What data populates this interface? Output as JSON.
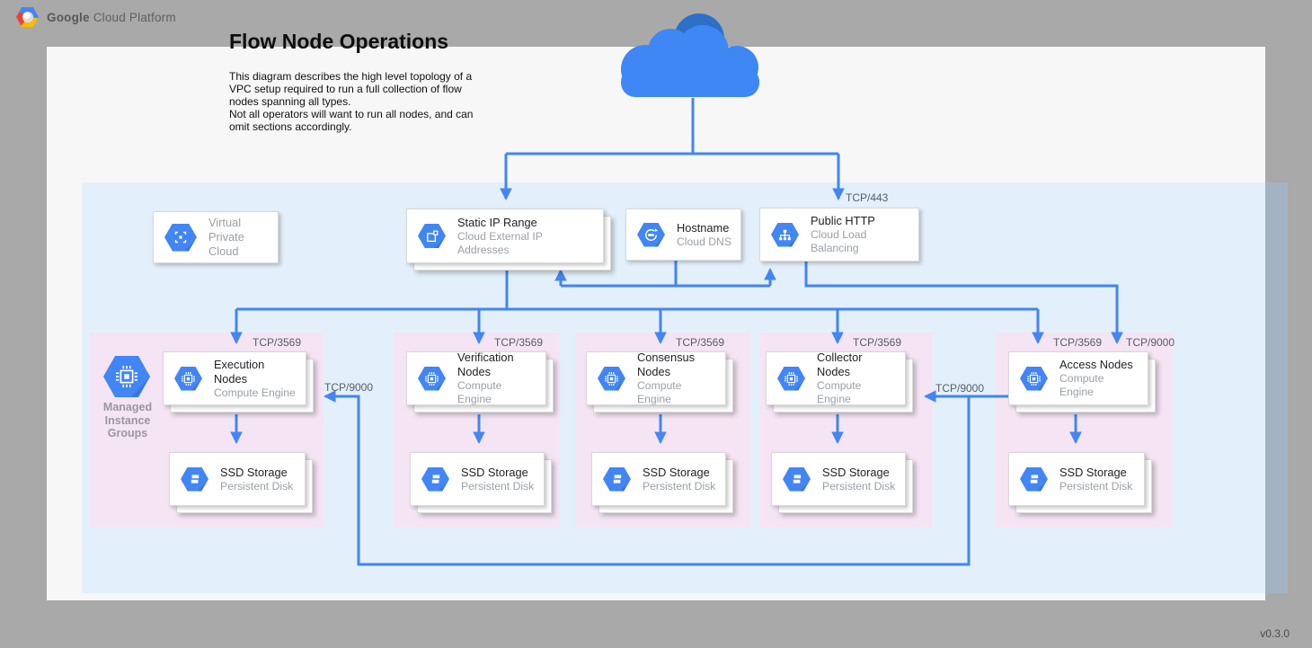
{
  "header": {
    "brand_bold": "Google",
    "brand_rest": "Cloud Platform"
  },
  "canvas": {
    "title": "Flow Node Operations",
    "description": [
      "This diagram describes the high level topology of a VPC setup required to run a full collection of flow nodes spanning all types.",
      "Not all operators will want to run all nodes, and can omit sections accordingly."
    ]
  },
  "labels": {
    "tcp443": "TCP/443",
    "tcp3569": "TCP/3569",
    "tcp9000": "TCP/9000"
  },
  "cards": {
    "vpc": {
      "line1": "Virtual",
      "line2": "Private Cloud"
    },
    "static_ip": {
      "title": "Static IP Range",
      "subtitle": "Cloud External IP Addresses"
    },
    "hostname": {
      "title": "Hostname",
      "subtitle": "Cloud DNS"
    },
    "public_http": {
      "title": "Public HTTP",
      "subtitle": "Cloud Load Balancing"
    }
  },
  "mig": {
    "line1": "Managed",
    "line2": "Instance",
    "line3": "Groups"
  },
  "groups": [
    {
      "node_title": "Execution Nodes",
      "node_subtitle": "Compute Engine",
      "ssd_title": "SSD Storage",
      "ssd_subtitle": "Persistent Disk"
    },
    {
      "node_title": "Verification Nodes",
      "node_subtitle": "Compute Engine",
      "ssd_title": "SSD Storage",
      "ssd_subtitle": "Persistent Disk"
    },
    {
      "node_title": "Consensus Nodes",
      "node_subtitle": "Compute Engine",
      "ssd_title": "SSD Storage",
      "ssd_subtitle": "Persistent Disk"
    },
    {
      "node_title": "Collector Nodes",
      "node_subtitle": "Compute Engine",
      "ssd_title": "SSD Storage",
      "ssd_subtitle": "Persistent Disk"
    },
    {
      "node_title": "Access Nodes",
      "node_subtitle": "Compute Engine",
      "ssd_title": "SSD Storage",
      "ssd_subtitle": "Persistent Disk"
    }
  ],
  "version": "v0.3.0",
  "icons": {
    "brand": "gcp-hexagon-logo",
    "cloud": "cloud-icon",
    "vpc": "vpc-icon",
    "static_ip": "external-ip-icon",
    "hostname": "cloud-dns-icon",
    "public_http": "load-balancer-icon",
    "node": "compute-engine-icon",
    "ssd": "persistent-disk-icon",
    "mig": "managed-instance-group-icon"
  },
  "colors": {
    "accent_blue": "#4285f4",
    "cloud_light": "#3f87f5",
    "cloud_dark": "#2e6fc7",
    "blue_region": "#e3f0fb",
    "pink_region": "#f5e5f4",
    "background_gray": "#a9a9a9"
  }
}
